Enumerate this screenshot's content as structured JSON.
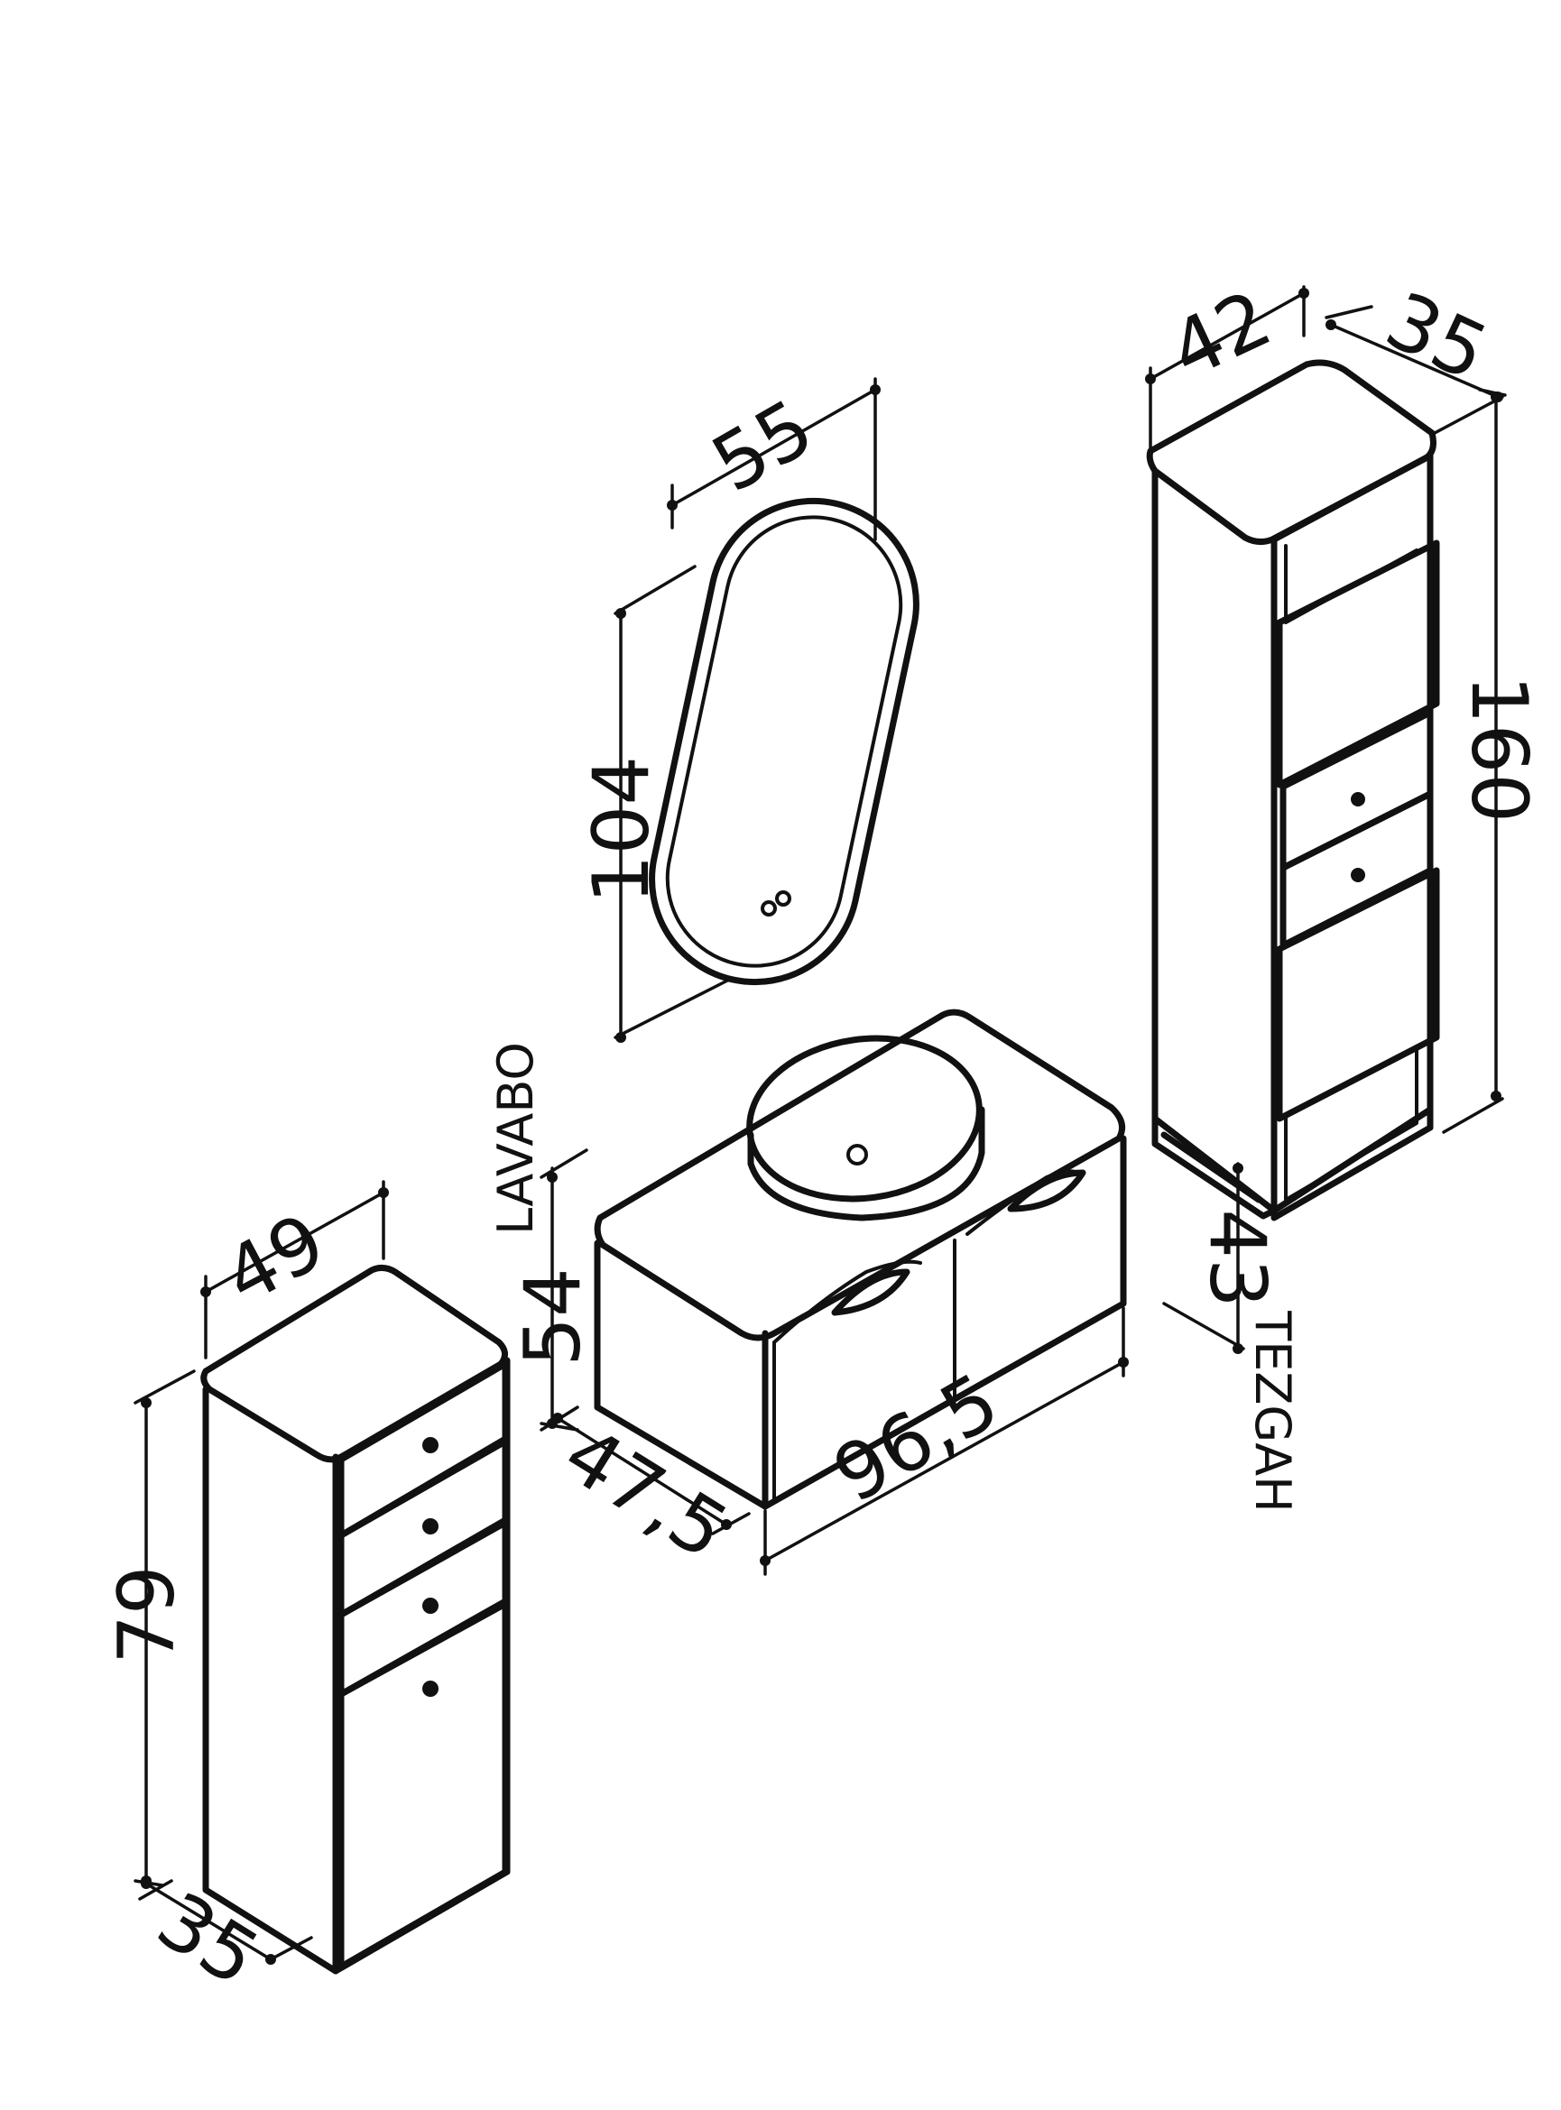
{
  "diagram": {
    "ink_color": "#111111",
    "background": "#ffffff",
    "mirror": {
      "width": "55",
      "height": "104"
    },
    "tall_cabinet": {
      "width": "42",
      "depth": "35",
      "height": "160",
      "counter_offset": "43",
      "counter_label": "TEZGAH"
    },
    "vanity": {
      "width": "96,5",
      "depth": "47,5",
      "height": "54",
      "basin_label": "LAVABO"
    },
    "drawer_unit": {
      "width": "49",
      "height": "79",
      "depth": "35"
    }
  }
}
